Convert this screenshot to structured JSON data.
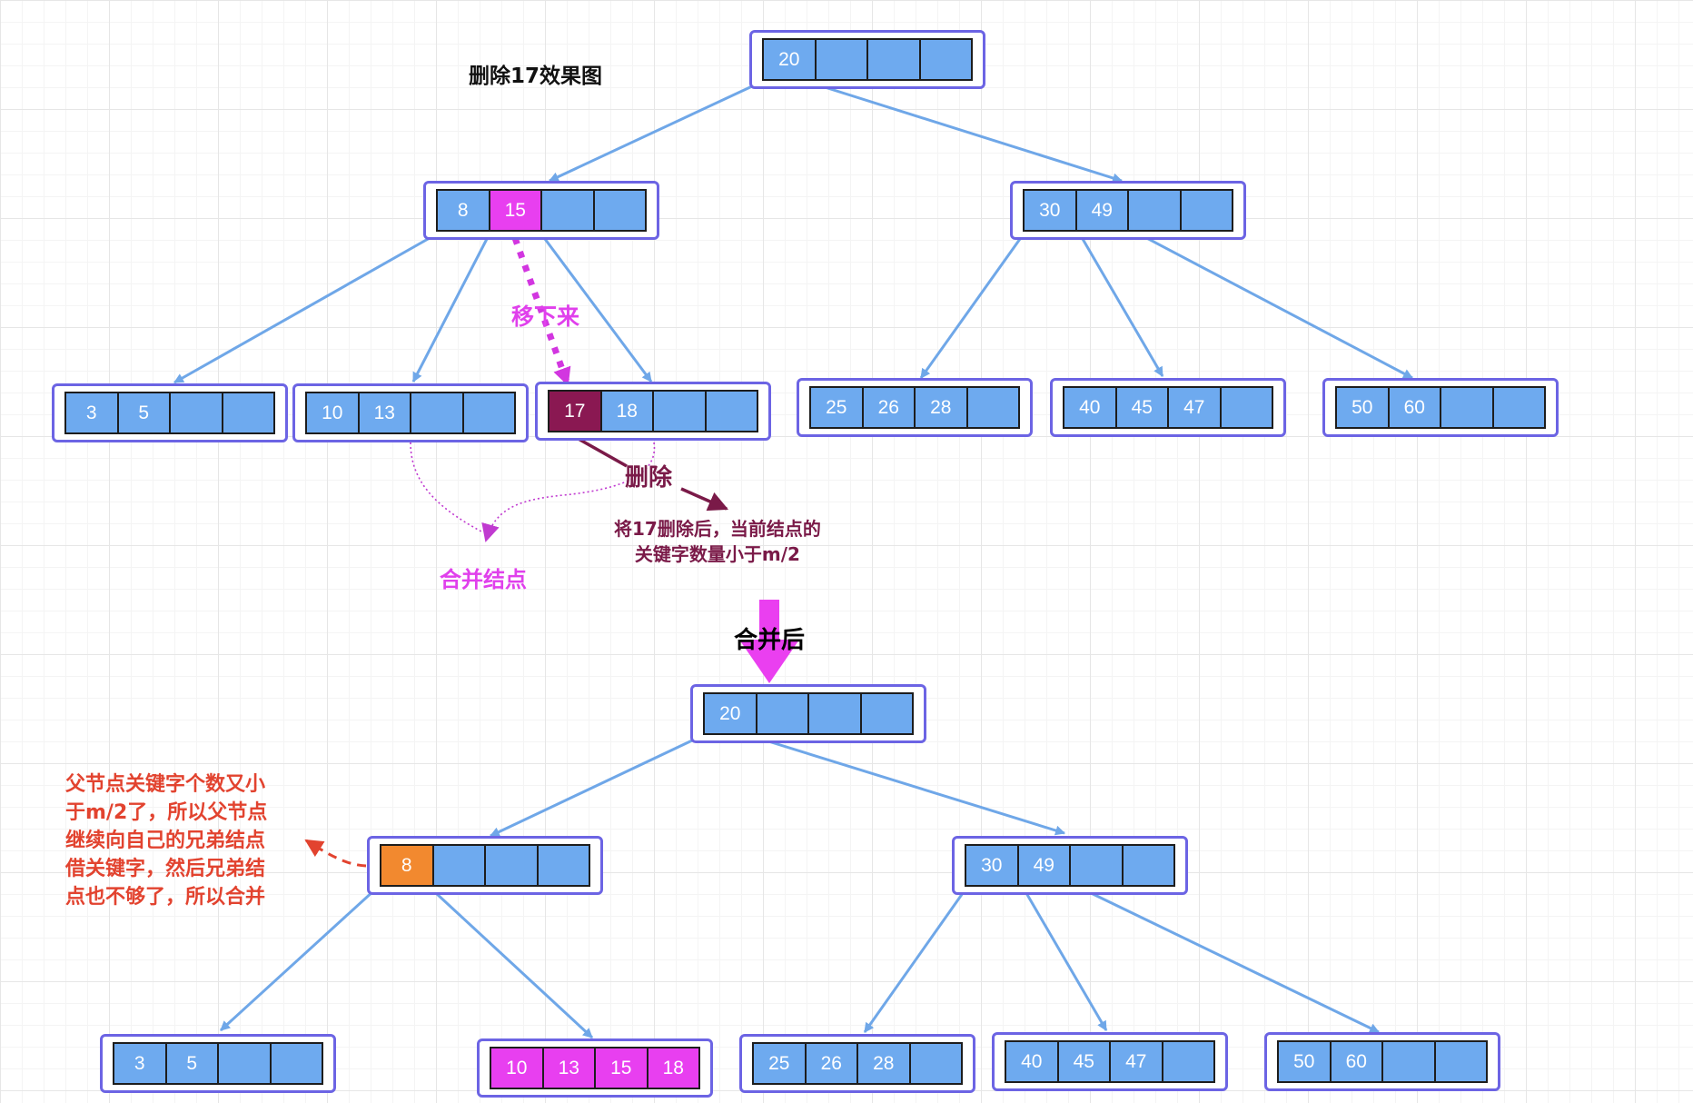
{
  "title": "删除17效果图",
  "labels": {
    "move_down": "移下来",
    "delete": "删除",
    "explain_line1": "将17删除后，当前结点的",
    "explain_line2": "关键字数量小于m/2",
    "merge_node": "合并结点",
    "after_merge": "合并后",
    "parent_note": "父节点关键字个数又小\n于m/2了，所以父节点\n继续向自己的兄弟结点\n借关键字，然后兄弟结\n点也不够了，所以合并"
  },
  "colors": {
    "cell": "#6eaaef",
    "node_border": "#6c64e4",
    "edge": "#6fa7e8",
    "highlight_magenta": "#e83ff0",
    "deleted_key": "#8a1852",
    "changed_key": "#f2892f",
    "note_red": "#e2432f"
  },
  "before": {
    "root": [
      "20",
      "",
      "",
      ""
    ],
    "left_internal": [
      "8",
      "15",
      "",
      ""
    ],
    "right_internal": [
      "30",
      "49",
      "",
      ""
    ],
    "leaf_1": [
      "3",
      "5",
      "",
      ""
    ],
    "leaf_2": [
      "10",
      "13",
      "",
      ""
    ],
    "leaf_3": [
      "17",
      "18",
      "",
      ""
    ],
    "leaf_4": [
      "25",
      "26",
      "28",
      ""
    ],
    "leaf_5": [
      "40",
      "45",
      "47",
      ""
    ],
    "leaf_6": [
      "50",
      "60",
      "",
      ""
    ]
  },
  "after": {
    "root": [
      "20",
      "",
      "",
      ""
    ],
    "left_internal": [
      "8",
      "",
      "",
      ""
    ],
    "right_internal": [
      "30",
      "49",
      "",
      ""
    ],
    "leaf_1": [
      "3",
      "5",
      "",
      ""
    ],
    "leaf_merged": [
      "10",
      "13",
      "15",
      "18"
    ],
    "leaf_4": [
      "25",
      "26",
      "28",
      ""
    ],
    "leaf_5": [
      "40",
      "45",
      "47",
      ""
    ],
    "leaf_6": [
      "50",
      "60",
      "",
      ""
    ]
  }
}
